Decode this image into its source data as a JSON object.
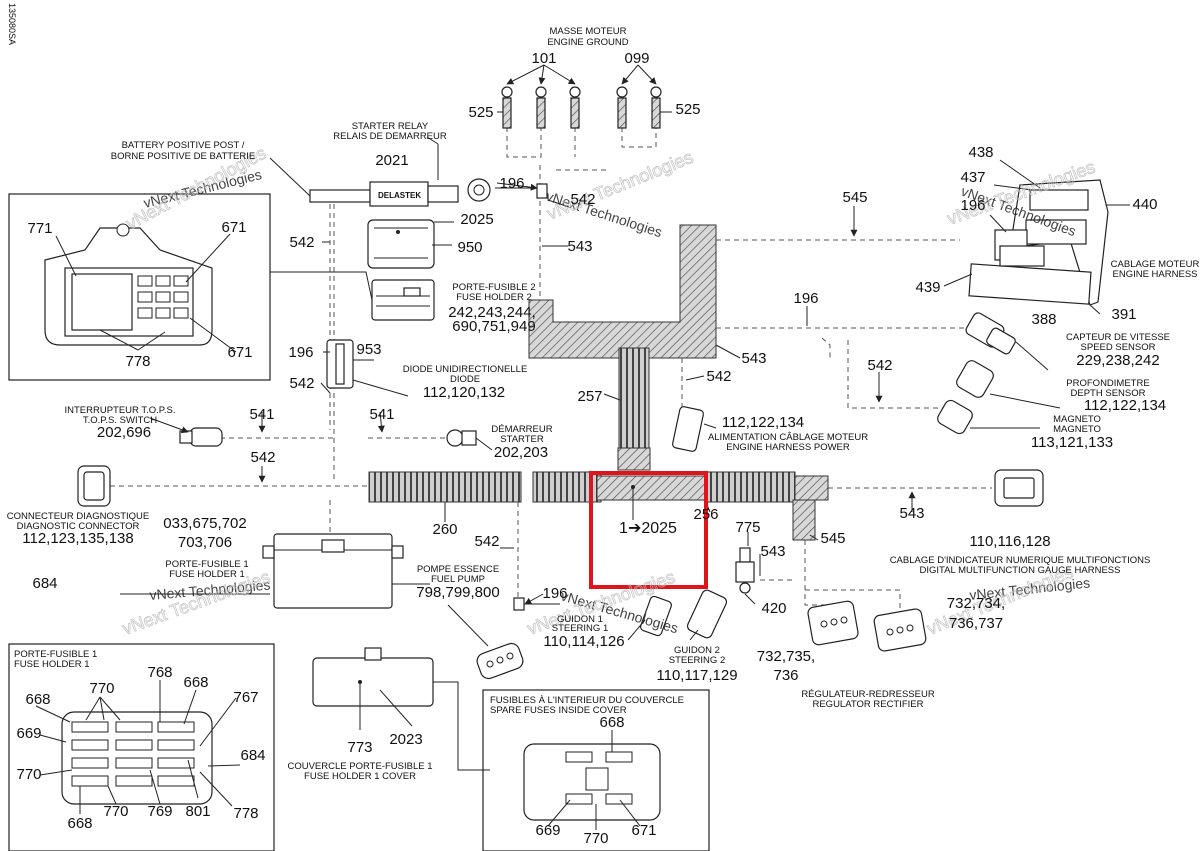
{
  "doc_id": "135080SA",
  "callouts": {
    "masse_moteur": "MASSE MOTEUR",
    "engine_ground": "ENGINE GROUND",
    "starter_relay": "STARTER RELAY",
    "relais_demarreur": "RELAIS DE DEMARREUR",
    "battery_post_en": "BATTERY POSITIVE POST /",
    "battery_post_fr": "BORNE POSITIVE DE BATTERIE",
    "porte_fusible_2": "PORTE-FUSIBLE 2",
    "fuse_holder_2": "FUSE HOLDER 2",
    "diode_fr": "DIODE UNIDIRECTIONELLE",
    "diode_en": "DIODE",
    "tops_fr": "INTERRUPTEUR T.O.P.S.",
    "tops_en": "T.O.P.S. SWITCH",
    "demarreur": "DÉMARREUR",
    "starter": "STARTER",
    "diag_fr": "CONNECTEUR DIAGNOSTIQUE",
    "diag_en": "DIAGNOSTIC CONNECTOR",
    "porte_fusible_1": "PORTE-FUSIBLE 1",
    "fuse_holder_1": "FUSE HOLDER 1",
    "pompe_fr": "POMPE ESSENCE",
    "pompe_en": "FUEL PUMP",
    "guidon1_fr": "GUIDON 1",
    "guidon1_en": "STEERING 1",
    "guidon2_fr": "GUIDON 2",
    "guidon2_en": "STEERING 2",
    "alim_fr": "ALIMENTATION CÂBLAGE MOTEUR",
    "alim_en": "ENGINE HARNESS POWER",
    "cablage_fr": "CABLAGE MOTEUR",
    "cablage_en": "ENGINE HARNESS",
    "vitesse_fr": "CAPTEUR DE VITESSE",
    "vitesse_en": "SPEED SENSOR",
    "profond_fr": "PROFONDIMETRE",
    "profond_en": "DEPTH SENSOR",
    "magneto_fr": "MAGNETO",
    "magneto_en": "MAGNETO",
    "gauge_fr": "CABLAGE D'INDICATEUR NUMERIQUE MULTIFONCTIONS",
    "gauge_en": "DIGITAL MULTIFUNCTION GAUGE HARNESS",
    "regul_fr": "RÉGULATEUR-REDRESSEUR",
    "regul_en": "REGULATOR RECTIFIER",
    "couvercle_fr": "COUVERCLE PORTE-FUSIBLE 1",
    "couvercle_en": "FUSE HOLDER 1 COVER",
    "spare_fr": "FUSIBLES À L'INTERIEUR DU COUVERCLE",
    "spare_en": "SPARE FUSES INSIDE COVER",
    "box_fh1_fr": "PORTE-FUSIBLE 1",
    "box_fh1_en": "FUSE HOLDER 1"
  },
  "part_numbers": {
    "n101": "101",
    "n099": "099",
    "n525a": "525",
    "n525b": "525",
    "n2021": "2021",
    "n196a": "196",
    "n542a": "542",
    "n543a": "543",
    "n2025": "2025",
    "n950": "950",
    "n545a": "545",
    "n242": "242,243,244,",
    "n690": "690,751,949",
    "n542b": "542",
    "n196b": "196",
    "n953": "953",
    "n542c": "542",
    "n112a": "112,120,132",
    "n541a": "541",
    "n541b": "541",
    "n202a": "202,696",
    "n202b": "202,203",
    "n542d": "542",
    "n257": "257",
    "n112b": "112,122,134",
    "n542e": "542",
    "n196c": "196",
    "n543b": "543",
    "n542f": "542",
    "n438": "438",
    "n437": "437",
    "n196d": "196",
    "n440": "440",
    "n439": "439",
    "n388": "388",
    "n391": "391",
    "n229": "229,238,242",
    "n112c": "112,122,134",
    "n113": "113,121,133",
    "n112d": "112,123,135,138",
    "n033": "033,675,702",
    "n703": "703,706",
    "n260": "260",
    "n256": "256",
    "n542g": "542",
    "n775": "775",
    "n543c": "543",
    "n545b": "545",
    "n543d": "543",
    "n110a": "110,116,128",
    "n684a": "684",
    "n196e": "196",
    "n798": "798,799,800",
    "n110b": "110,114,126",
    "n110c": "110,117,129",
    "n420": "420",
    "n732a": "732,735,",
    "n736a": "736",
    "n732b": "732,734,",
    "n736b": "736,737",
    "n773": "773",
    "n2023": "2023",
    "inset_771": "771",
    "inset_671a": "671",
    "inset_778": "778",
    "inset_671b": "671",
    "fh_668a": "668",
    "fh_770a": "770",
    "fh_768": "768",
    "fh_668b": "668",
    "fh_767": "767",
    "fh_669": "669",
    "fh_684": "684",
    "fh_770b": "770",
    "fh_668c": "668",
    "fh_770c": "770",
    "fh_769": "769",
    "fh_801": "801",
    "fh_778": "778",
    "sp_668": "668",
    "sp_669": "669",
    "sp_770": "770",
    "sp_671": "671"
  },
  "highlight": {
    "label": "1➔2025",
    "color": "#e0141b"
  },
  "relay_brand": "DELASTEK",
  "watermark": "vNext Technologies",
  "colors": {
    "line": "#222222",
    "hatch": "#555555",
    "highlight": "#e0141b",
    "background": "#ffffff"
  }
}
